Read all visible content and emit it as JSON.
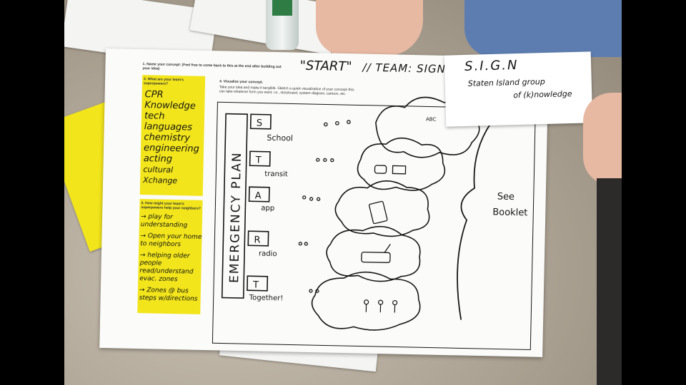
{
  "poster": {
    "q1_label": "1. Name your concept: (Feel free to come back to this at the end after building out your idea)",
    "concept_name": "\"START\"",
    "team": "// TEAM: SIGN.",
    "q2_label": "2. What are your team's superpowers?",
    "superpowers": [
      "CPR",
      "Knowledge",
      "tech",
      "languages",
      "chemistry",
      "engineering",
      "acting",
      "cultural Xchange"
    ],
    "q3_label": "3. How might your team's superpowers help your neighbors?",
    "neighbor_help": [
      "→ play for understanding",
      "→ Open your home to neighbors",
      "→ helping older people read/understand evac. zones",
      "→ Zones @ bus steps w/directions"
    ],
    "q4_label": "4. Visualize your concept.",
    "q4_help": "Take your idea and make it tangible. Sketch a quick visualization of your concept–this can take whatever form you want, i.e., storyboard, system diagram, cartoon, etc.",
    "sketch": {
      "vertical_label": "EMERGENCY PLAN",
      "rows": [
        {
          "letter": "S",
          "word": "School"
        },
        {
          "letter": "T",
          "word": "transit"
        },
        {
          "letter": "A",
          "word": "app"
        },
        {
          "letter": "R",
          "word": "radio"
        },
        {
          "letter": "T",
          "word": "Together!"
        }
      ],
      "cloud_abc": "ABC",
      "see_booklet": [
        "See",
        "Booklet"
      ]
    }
  },
  "card": {
    "title": "S.I.G.N",
    "subtitle_line1": "Staten Island group",
    "subtitle_line2": "of (k)nowledge"
  },
  "colors": {
    "yellow": "#f2e51b",
    "sleeve": "#5d7db0",
    "skin": "#e7b9a3"
  }
}
